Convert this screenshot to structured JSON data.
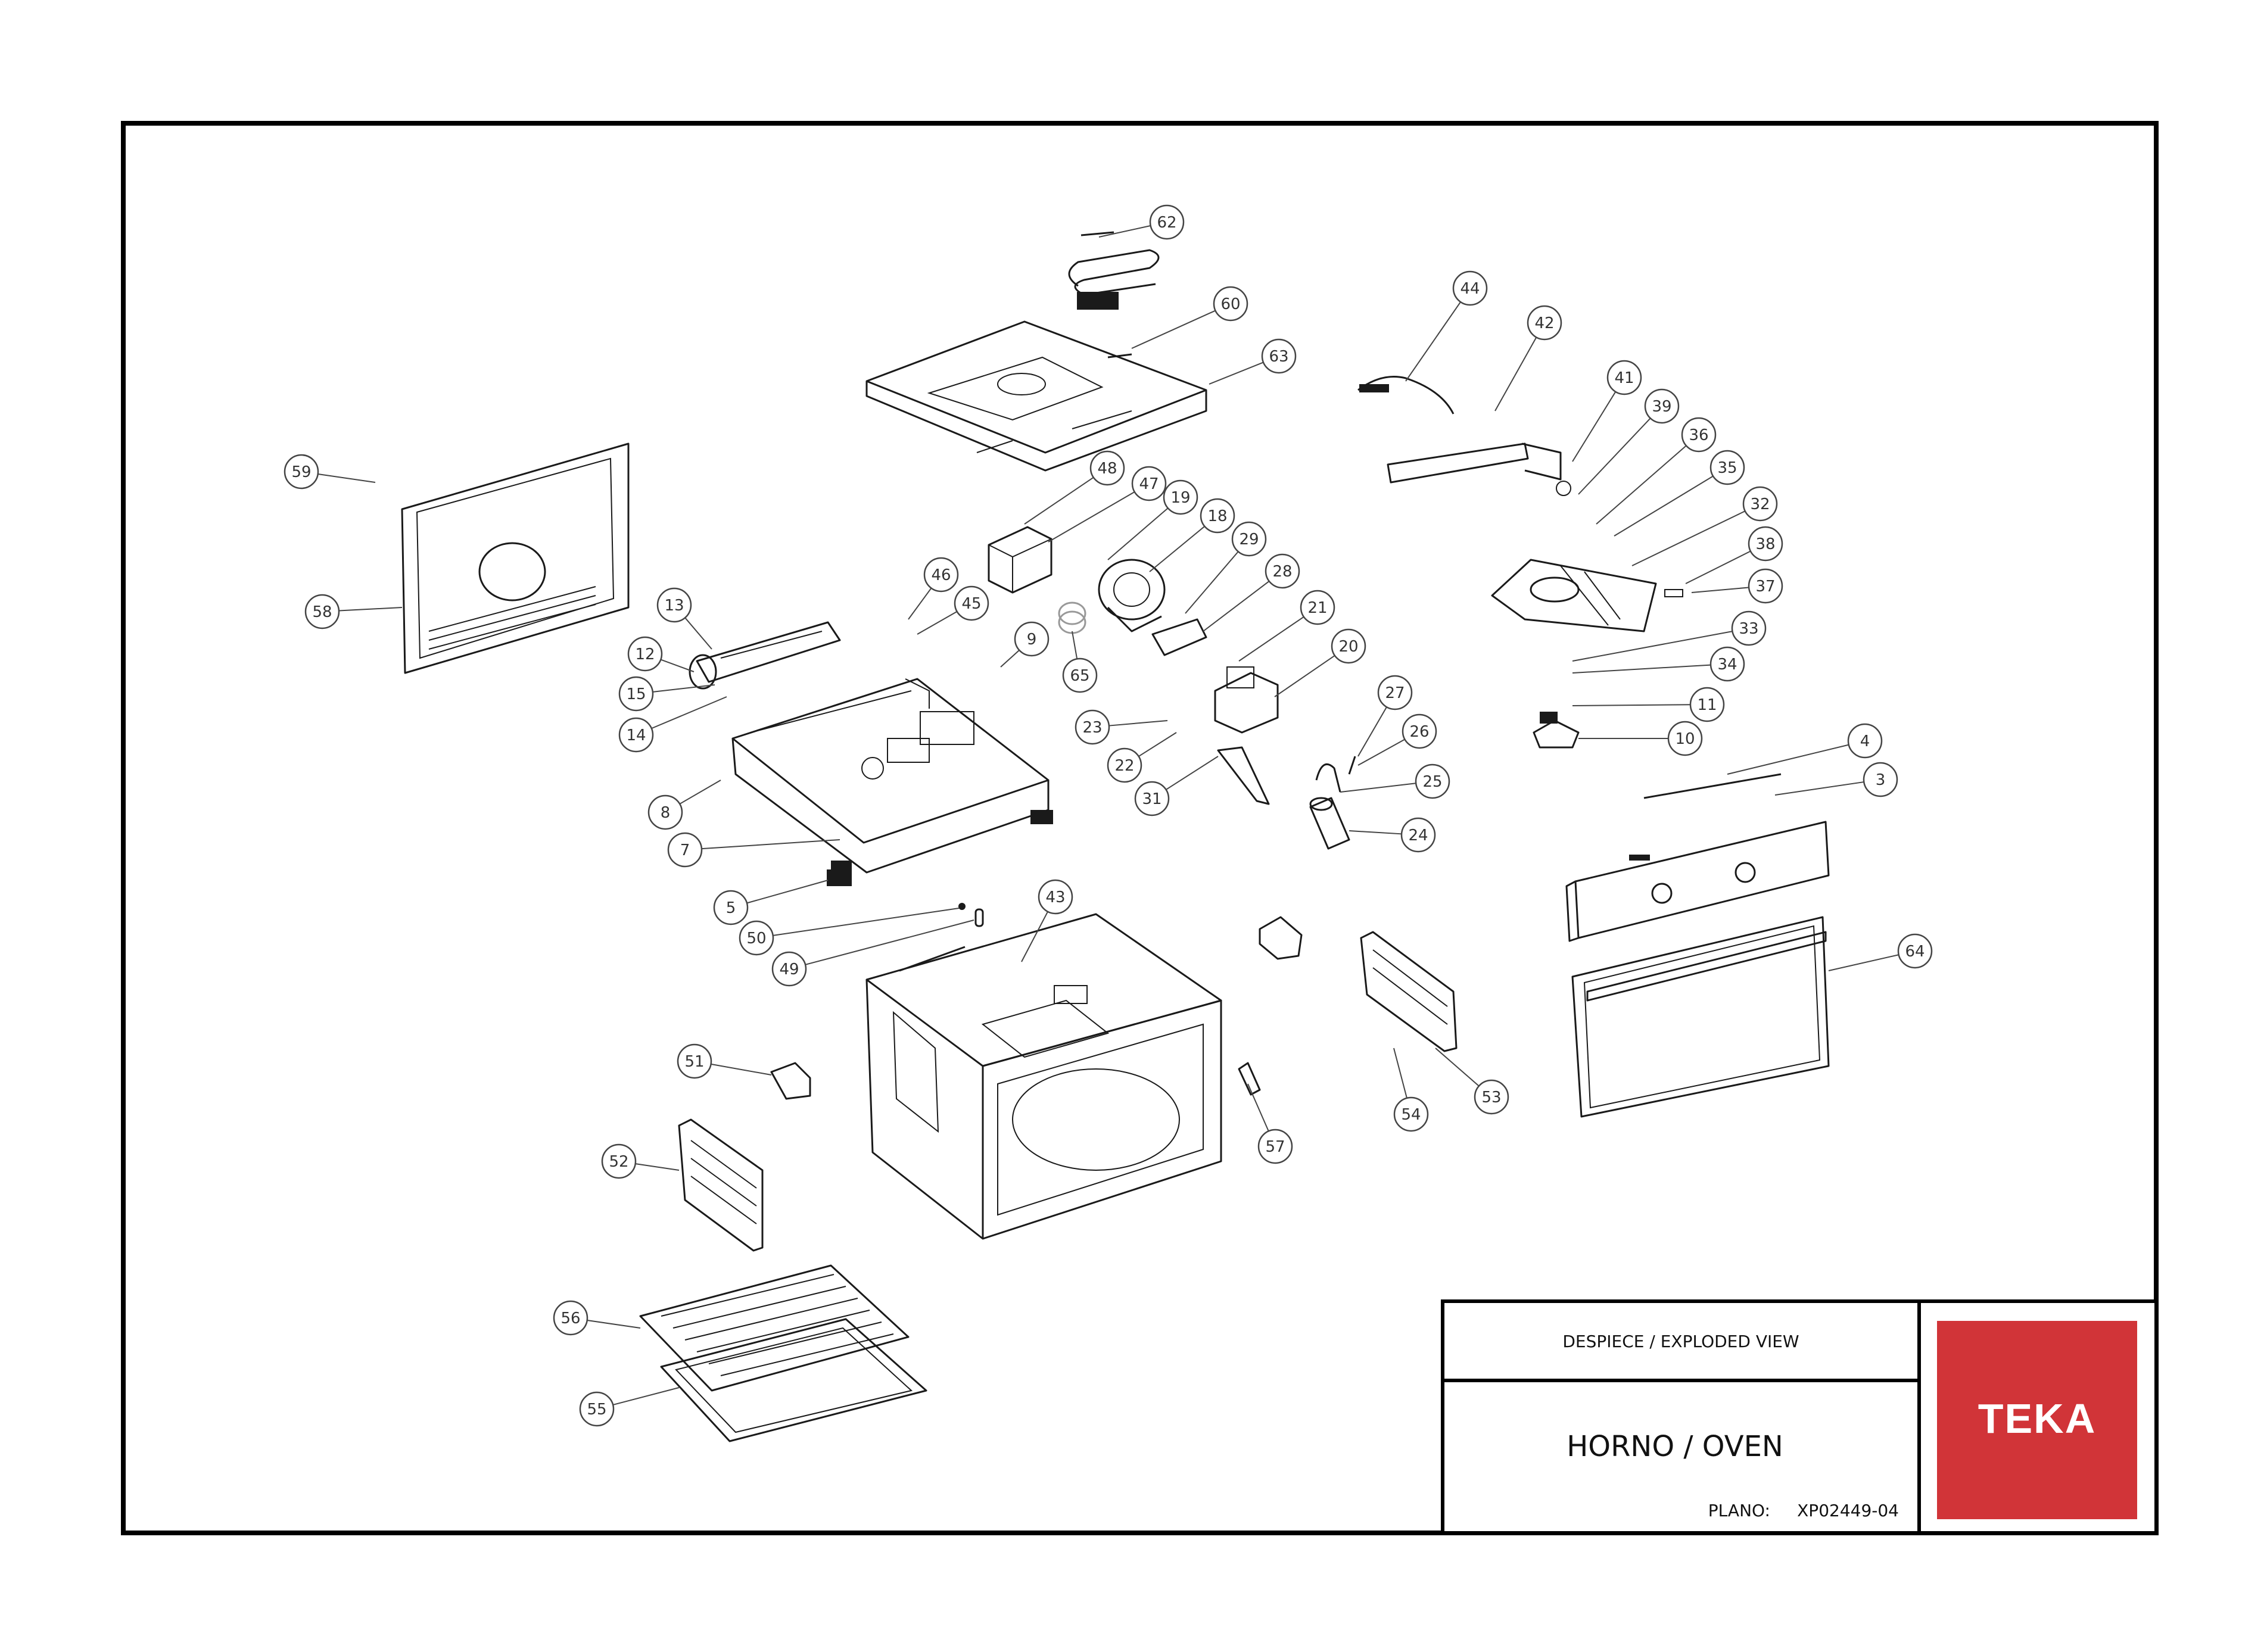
{
  "title_block": {
    "heading": "DESPIECE / EXPLODED VIEW",
    "product": "HORNO / OVEN",
    "plan_label": "PLANO:",
    "plan_code": "XP02449-04",
    "brand": "TEKA",
    "brand_color": "#d13438"
  },
  "callouts": [
    {
      "n": "62"
    },
    {
      "n": "60"
    },
    {
      "n": "63"
    },
    {
      "n": "44"
    },
    {
      "n": "42"
    },
    {
      "n": "41"
    },
    {
      "n": "39"
    },
    {
      "n": "36"
    },
    {
      "n": "35"
    },
    {
      "n": "32"
    },
    {
      "n": "38"
    },
    {
      "n": "37"
    },
    {
      "n": "33"
    },
    {
      "n": "34"
    },
    {
      "n": "11"
    },
    {
      "n": "10"
    },
    {
      "n": "4"
    },
    {
      "n": "3"
    },
    {
      "n": "64"
    },
    {
      "n": "59"
    },
    {
      "n": "58"
    },
    {
      "n": "48"
    },
    {
      "n": "47"
    },
    {
      "n": "19"
    },
    {
      "n": "18"
    },
    {
      "n": "29"
    },
    {
      "n": "28"
    },
    {
      "n": "21"
    },
    {
      "n": "20"
    },
    {
      "n": "46"
    },
    {
      "n": "45"
    },
    {
      "n": "13"
    },
    {
      "n": "12"
    },
    {
      "n": "15"
    },
    {
      "n": "14"
    },
    {
      "n": "9"
    },
    {
      "n": "65"
    },
    {
      "n": "27"
    },
    {
      "n": "26"
    },
    {
      "n": "25"
    },
    {
      "n": "24"
    },
    {
      "n": "23"
    },
    {
      "n": "22"
    },
    {
      "n": "31"
    },
    {
      "n": "8"
    },
    {
      "n": "7"
    },
    {
      "n": "5"
    },
    {
      "n": "50"
    },
    {
      "n": "49"
    },
    {
      "n": "43"
    },
    {
      "n": "51"
    },
    {
      "n": "52"
    },
    {
      "n": "57"
    },
    {
      "n": "53"
    },
    {
      "n": "54"
    },
    {
      "n": "56"
    },
    {
      "n": "55"
    }
  ]
}
